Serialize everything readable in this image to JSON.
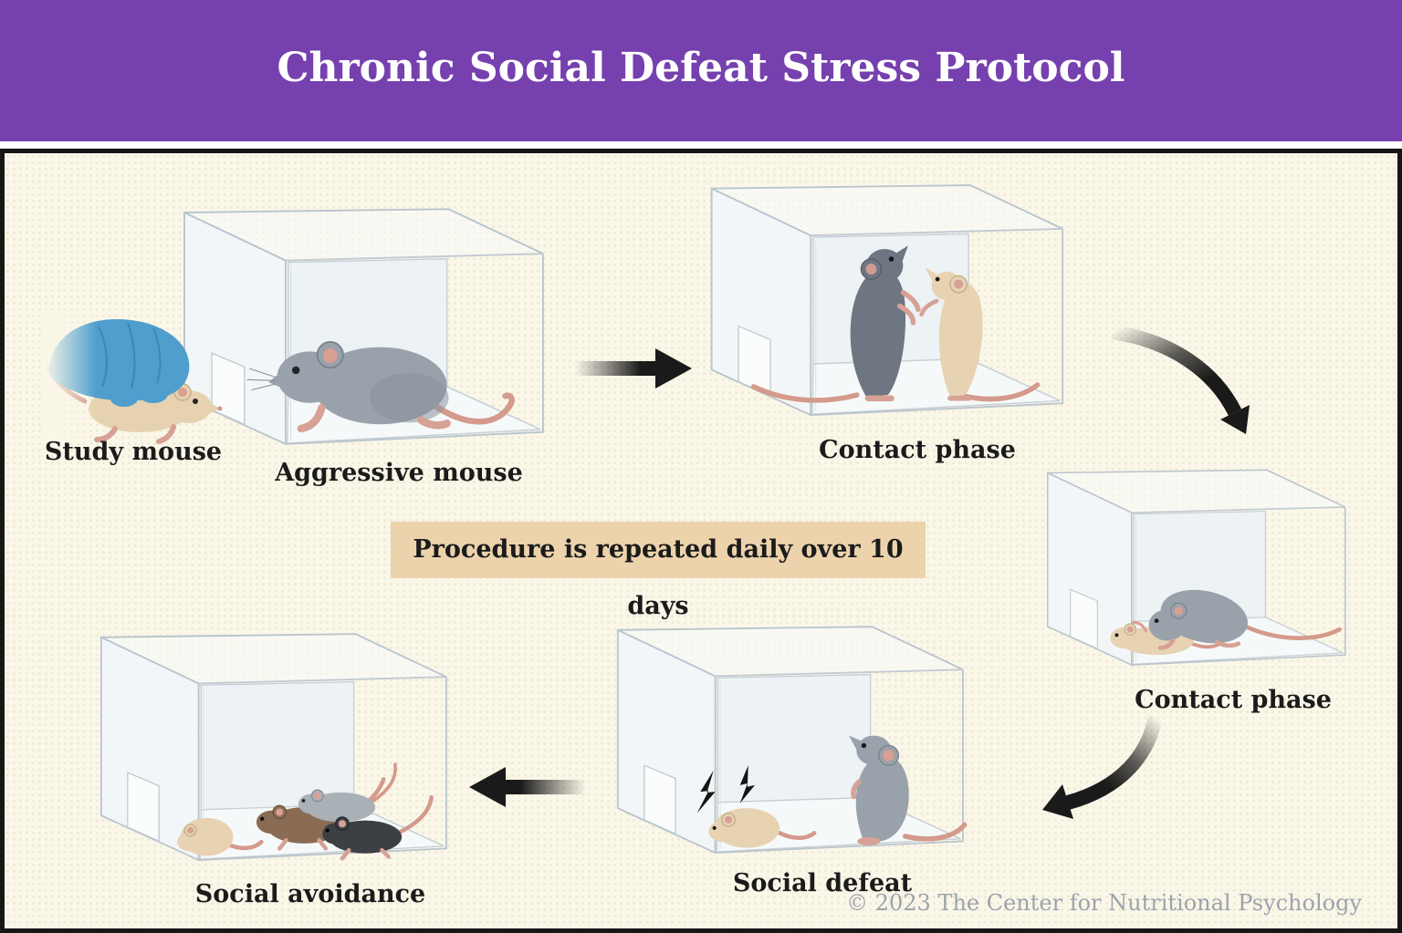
{
  "header": {
    "title": "Chronic Social Defeat Stress Protocol",
    "bg_color": "#7640AE",
    "text_color": "#FFFFFF"
  },
  "canvas": {
    "bg_color": "#FAF7E9",
    "border_color": "#161616"
  },
  "labels": {
    "study_mouse": "Study mouse",
    "aggressive_mouse": "Aggressive mouse",
    "contact_phase_1": "Contact phase",
    "contact_phase_2": "Contact phase",
    "social_defeat": "Social defeat",
    "social_avoidance": "Social avoidance"
  },
  "note": {
    "text": "Procedure is repeated daily over 10 days",
    "bg_color": "#ECD3AC"
  },
  "footer": {
    "copyright": "© 2023 The Center for Nutritional Psychology",
    "color": "#9CA3AA"
  },
  "illustration_colors": {
    "cage_stroke": "#B9C4CC",
    "cage_back_wall": "#EDF2F4",
    "aggressor_mouse_gray": "#99A1AA",
    "dark_mouse_gray": "#6D7681",
    "study_mouse_cream": "#E7D3B2",
    "brown_mouse": "#8A6C55",
    "black_mouse": "#3C3F44",
    "tail_pink": "#D49A8B",
    "ear_pink": "#D99F93",
    "glove_blue": "#4F9ECD",
    "arrow_black": "#1A1A1A"
  },
  "flow_icons": [
    "arrow-right",
    "curved-arrow-down",
    "curved-arrow-left",
    "arrow-left"
  ]
}
